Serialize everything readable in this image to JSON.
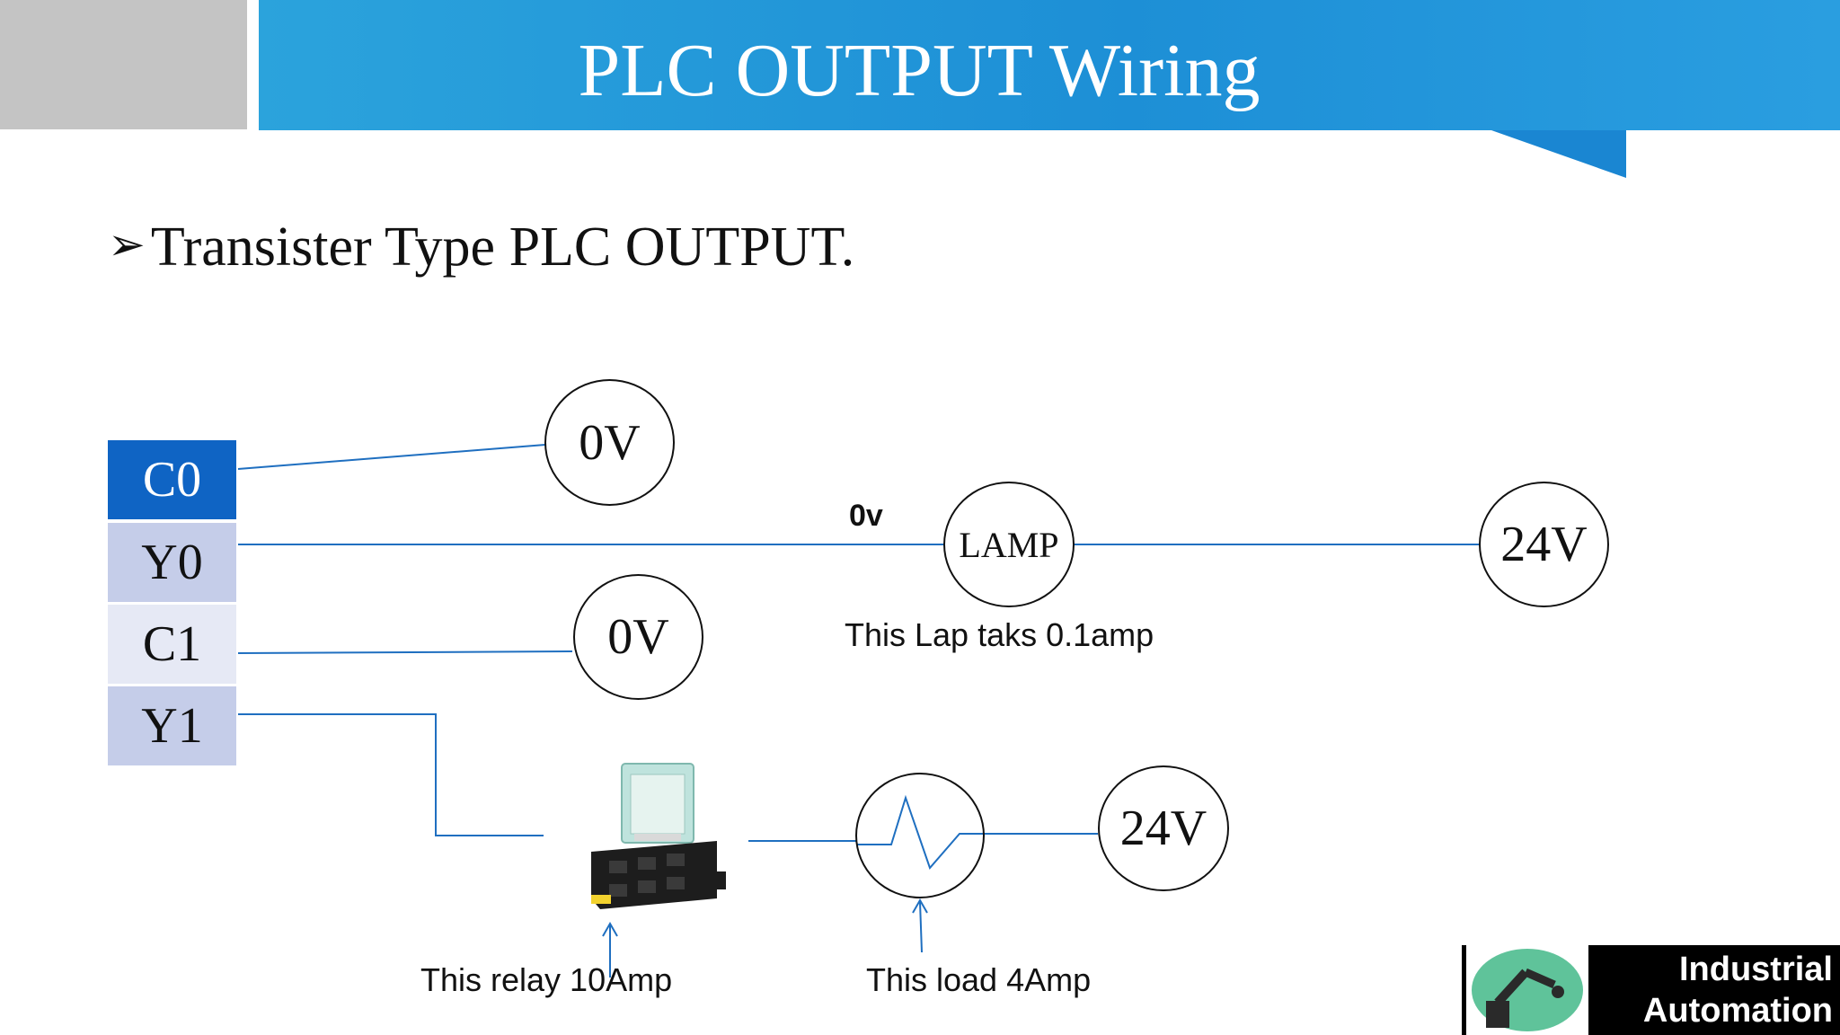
{
  "slide": {
    "title": "PLC OUTPUT Wiring",
    "subtitle": "Transister Type PLC OUTPUT.",
    "bullet_icon": "arrow-bullet"
  },
  "terminals": [
    {
      "label": "C0"
    },
    {
      "label": "Y0"
    },
    {
      "label": "C1"
    },
    {
      "label": "Y1"
    }
  ],
  "nodes": {
    "c0_supply": "0V",
    "c1_supply": "0V",
    "lamp": "LAMP",
    "lamp_supply": "24V",
    "load_supply": "24V",
    "y0_wire_label": "0v"
  },
  "annotations": {
    "lamp_note": "This Lap taks 0.1amp",
    "relay_note": "This relay 10Amp",
    "load_note": "This load 4Amp"
  },
  "logo": {
    "line1": "Industrial",
    "line2": "Automation",
    "icon": "robot-arm-icon"
  },
  "colors": {
    "header": "#1d8fd6",
    "wire": "#1f6fc0",
    "c0_terminal": "#0f64c4"
  }
}
